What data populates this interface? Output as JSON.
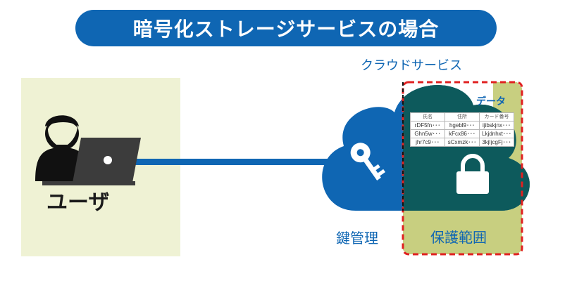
{
  "title": "暗号化ストレージサービスの場合",
  "user": {
    "label": "ユーザ"
  },
  "cloud": {
    "label": "クラウドサービス",
    "key_label": "鍵管理",
    "protection_label": "保護範囲",
    "data_label": "データ"
  },
  "table": {
    "headers": [
      "氏名",
      "住所",
      "カード番号"
    ],
    "rows": [
      [
        "rDF5fn･･･",
        "hgebl9･･･",
        "ijibskjnx･･･"
      ],
      [
        "Ghn5w･･･",
        "kFcx86･･･",
        "Lkjdnhxt･･･"
      ],
      [
        "jhr7c9･･･",
        "sCxmzk･･･",
        "3kjIjcgFj･･･"
      ]
    ]
  },
  "icons": [
    "user-icon",
    "laptop-icon",
    "key-icon",
    "lock-icon"
  ],
  "colors": {
    "brand_blue": "#0f66b3",
    "dark_teal": "#0d5a5c",
    "protection_fill": "#c8cf80",
    "protection_border": "#e02020",
    "user_panel": "#eff2d4"
  }
}
